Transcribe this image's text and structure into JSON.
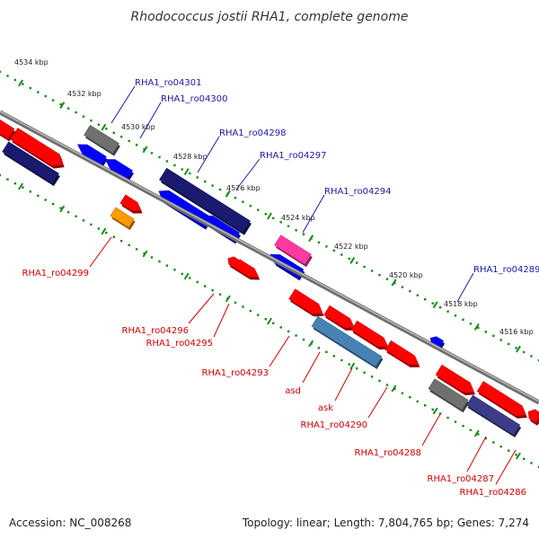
{
  "title": "Rhodococcus jostii RHA1, complete genome",
  "footer": {
    "accession": "Accession: NC_008268",
    "summary": "Topology: linear; Length: 7,804,765 bp; Genes: 7,274"
  },
  "ruler_labels": [
    "4534 kbp",
    "4532 kbp",
    "4530 kbp",
    "4528 kbp",
    "4526 kbp",
    "4524 kbp",
    "4522 kbp",
    "4520 kbp",
    "4518 kbp",
    "4516 kbp"
  ],
  "top_labels": [
    "RHA1_ro04301",
    "RHA1_ro04300",
    "RHA1_ro04298",
    "RHA1_ro04297",
    "RHA1_ro04294",
    "RHA1_ro04289"
  ],
  "bottom_labels": [
    "RHA1_ro04299",
    "RHA1_ro04296",
    "RHA1_ro04295",
    "RHA1_ro04293",
    "asd",
    "ask",
    "RHA1_ro04290",
    "RHA1_ro04288",
    "RHA1_ro04287",
    "RHA1_ro04286"
  ],
  "colors": {
    "backbone": "#8c8c8c",
    "cds_forward": "#ff0000",
    "cds_reverse": "#0000ff",
    "gene_dark": "#1a1a6e",
    "gene_grey": "#707070",
    "gene_pink": "#ff3aa0",
    "gene_orange": "#ff9a00",
    "gene_steel": "#4682b4",
    "gene_slate": "#3c3c8a",
    "ruler": "#1a8a1a",
    "top_label": "#1a1aa6",
    "bottom_label": "#d00000"
  }
}
